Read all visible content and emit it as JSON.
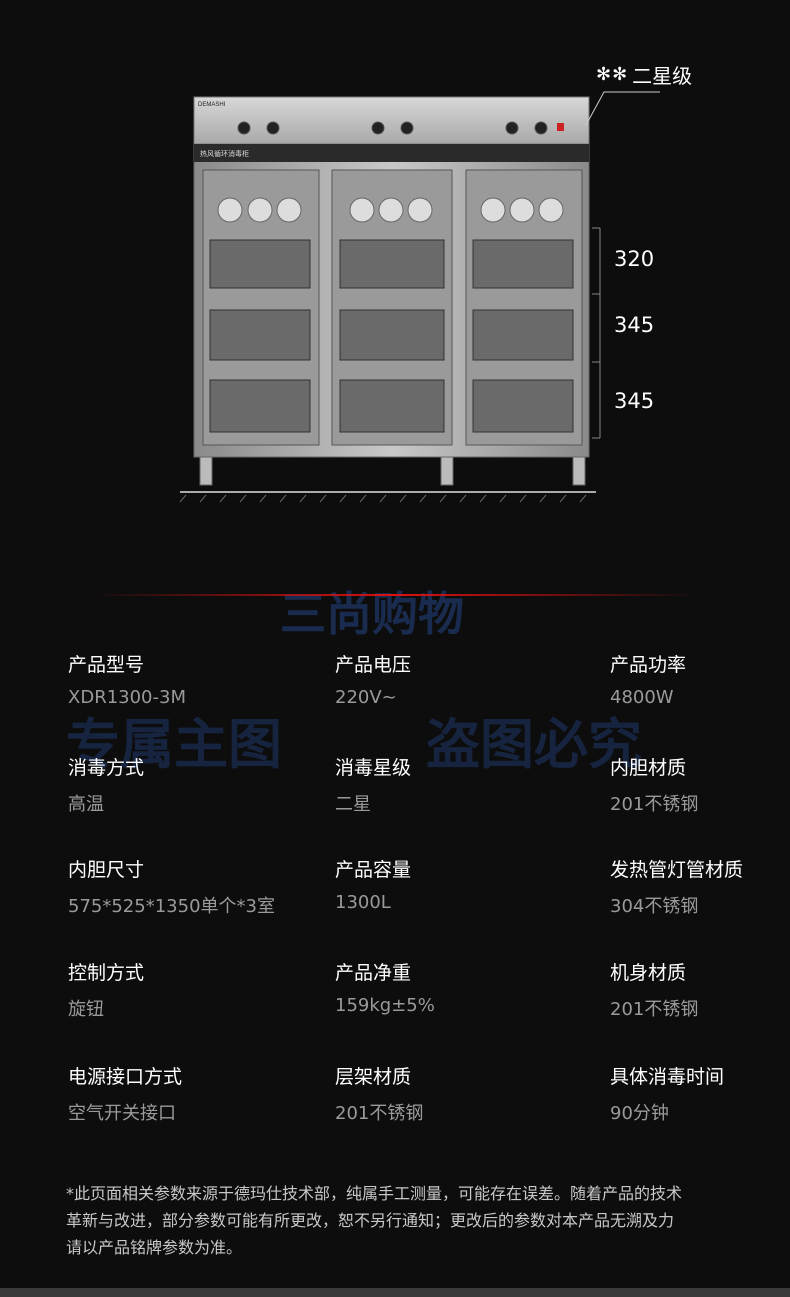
{
  "product_image": {
    "brand": "DEMASHI",
    "panel_title": "热风循环消毒柜",
    "star_glyphs": "✻✻",
    "star_level": "二星级",
    "dimensions": [
      "320",
      "345",
      "345"
    ]
  },
  "watermarks": {
    "shop": "三尚购物",
    "left": "专属主图",
    "right": "盗图必究"
  },
  "specs": [
    {
      "label": "产品型号",
      "value": "XDR1300-3M"
    },
    {
      "label": "产品电压",
      "value": "220V~"
    },
    {
      "label": "产品功率",
      "value": "4800W"
    },
    {
      "label": "消毒方式",
      "value": "高温"
    },
    {
      "label": "消毒星级",
      "value": "二星"
    },
    {
      "label": "内胆材质",
      "value": "201不锈钢"
    },
    {
      "label": "内胆尺寸",
      "value": "575*525*1350单个*3室"
    },
    {
      "label": "产品容量",
      "value": "1300L"
    },
    {
      "label": "发热管灯管材质",
      "value": "304不锈钢"
    },
    {
      "label": "控制方式",
      "value": "旋钮"
    },
    {
      "label": "产品净重",
      "value": "159kg±5%"
    },
    {
      "label": "机身材质",
      "value": "201不锈钢"
    },
    {
      "label": "电源接口方式",
      "value": "空气开关接口"
    },
    {
      "label": "层架材质",
      "value": "201不锈钢"
    },
    {
      "label": "具体消毒时间",
      "value": "90分钟"
    }
  ],
  "note_lines": [
    "*此页面相关参数来源于德玛仕技术部，纯属手工测量，可能存在误差。随着产品的技术",
    "革新与改进，部分参数可能有所更改，恕不另行通知；更改后的参数对本产品无溯及力",
    "请以产品铭牌参数为准。"
  ]
}
